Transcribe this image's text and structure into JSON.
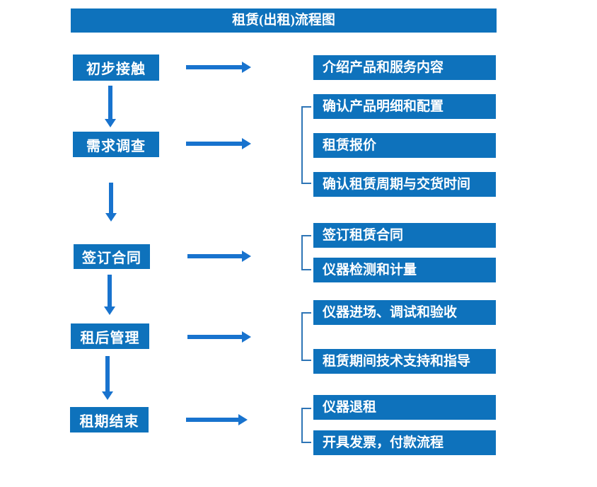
{
  "title": "租赁(出租)流程图",
  "colors": {
    "box_blue": "#0E72BC",
    "arrow_blue": "#1873CE",
    "bracket_blue": "#2E75B6",
    "text_white": "#FFFFFF"
  },
  "steps": [
    {
      "label": "初步接触",
      "substeps": [
        "介绍产品和服务内容"
      ]
    },
    {
      "label": "需求调查",
      "substeps": [
        "确认产品明细和配置",
        "租赁报价",
        "确认租赁周期与交货时间"
      ]
    },
    {
      "label": "签订合同",
      "substeps": [
        "签订租赁合同",
        "仪器检测和计量"
      ]
    },
    {
      "label": "租后管理",
      "substeps": [
        "仪器进场、调试和验收",
        "租赁期间技术支持和指导"
      ]
    },
    {
      "label": "租期结束",
      "substeps": [
        "仪器退租",
        "开具发票，付款流程"
      ]
    }
  ]
}
